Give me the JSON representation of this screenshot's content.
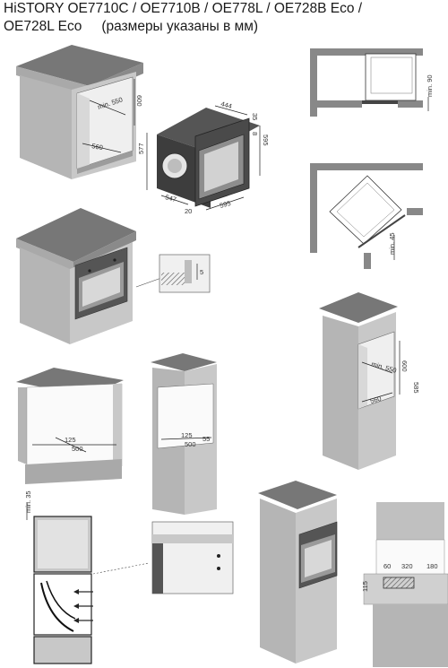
{
  "title": {
    "line1": "HiSTORY OE7710C / OE7710B / OE778L / OE728B Eco /",
    "line2": "OE728L Eco",
    "subtitle": "(размеры указаны в мм)"
  },
  "dimensions": {
    "cab1_min550": "min. 550",
    "cab1_560": "560",
    "cab1_600": "600",
    "oven_444": "444",
    "oven_35": "35",
    "oven_8": "8",
    "oven_577": "577",
    "oven_595_h": "595",
    "oven_547": "547",
    "oven_20": "20",
    "oven_595_w": "595",
    "corner_min90": "min. 90",
    "corner_min45": "min. 45",
    "detail_5": "5",
    "tall1_min550": "min. 550",
    "tall1_600": "600",
    "tall1_560": "560",
    "tall1_585": "585",
    "under_125": "125",
    "under_500": "500",
    "col_125": "125",
    "col_500": "500",
    "col_55": "55",
    "side_35": "min. 35",
    "vent_60": "60",
    "vent_320": "320",
    "vent_180": "180",
    "vent_115": "115"
  }
}
